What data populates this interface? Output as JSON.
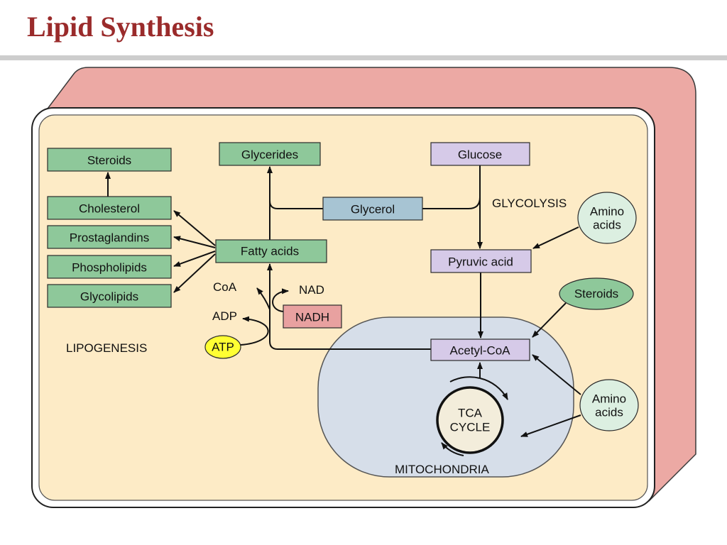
{
  "slide": {
    "title": "Lipid Synthesis"
  },
  "diagram": {
    "boxes": {
      "steroids": "Steroids",
      "cholesterol": "Cholesterol",
      "prostaglandins": "Prostaglandins",
      "phospholipids": "Phospholipids",
      "glycolipids": "Glycolipids",
      "glycerides": "Glycerides",
      "fatty_acids": "Fatty acids",
      "glycerol": "Glycerol",
      "glucose": "Glucose",
      "pyruvic_acid": "Pyruvic acid",
      "acetyl_coa": "Acetyl-CoA",
      "nadh": "NADH"
    },
    "ovals": {
      "amino_acids_upper": [
        "Amino",
        "acids"
      ],
      "steroids": "Steroids",
      "amino_acids_lower": [
        "Amino",
        "acids"
      ],
      "atp": "ATP",
      "tca_cycle": [
        "TCA",
        "CYCLE"
      ]
    },
    "labels": {
      "glycolysis": "GLYCOLYSIS",
      "lipogenesis": "LIPOGENESIS",
      "mitochondria": "MITOCHONDRIA",
      "coa": "CoA",
      "nad": "NAD",
      "adp": "ADP"
    },
    "colors": {
      "title": "#9a2b2b",
      "cell_side": "#eca9a4",
      "cytoplasm": "#fdebc6",
      "mitochondrion": "#d6dee9",
      "lipid_product": "#8ec89a",
      "carbohydrate_intermediate": "#d6cae8",
      "glycerol": "#a7c4d3",
      "nadh": "#e8a1a0",
      "atp": "#ffff33",
      "amino_acids": "#dcefe1",
      "tca_cycle": "#f3eddb"
    }
  }
}
